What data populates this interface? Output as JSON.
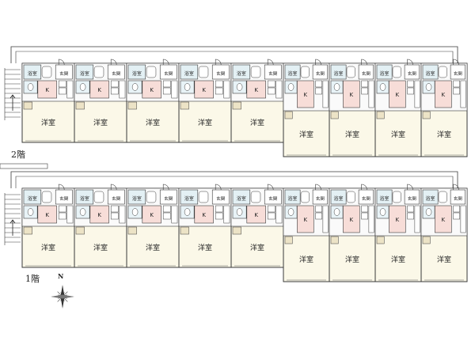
{
  "floor_labels": {
    "second": "2階",
    "first": "1階"
  },
  "room_labels": {
    "western_room": "洋室",
    "kitchen": "K",
    "bath": "浴室",
    "entrance": "玄関"
  },
  "compass": {
    "north": "N"
  },
  "floors": [
    {
      "name": "second",
      "units": 9
    },
    {
      "name": "first",
      "units": 9
    }
  ],
  "colors": {
    "room_fill": "#fbf8e8",
    "wet_fill": "#e3f0f4",
    "toilet_fill": "#e8f3f7",
    "kitchen_fill": "#f7ddd8",
    "entry_fill": "#ffffff",
    "wall_stroke": "#3a3a3a",
    "corridor_fill": "#ffffff",
    "corner_fill": "#ece3c6"
  }
}
